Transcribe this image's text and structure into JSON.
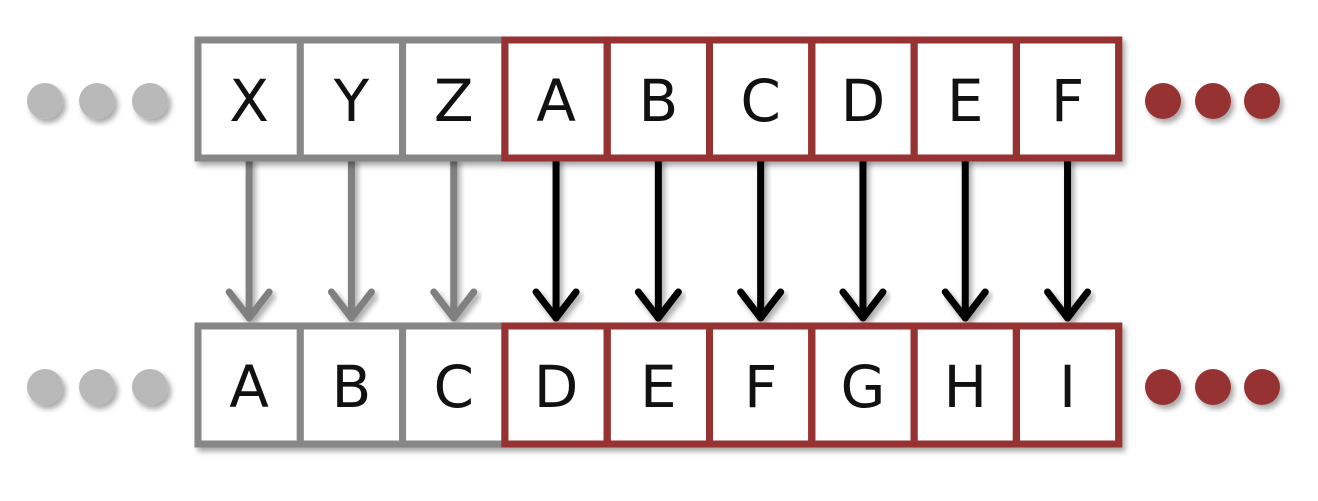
{
  "diagram": {
    "top_row": [
      "X",
      "Y",
      "Z",
      "A",
      "B",
      "C",
      "D",
      "E",
      "F"
    ],
    "bottom_row": [
      "A",
      "B",
      "C",
      "D",
      "E",
      "F",
      "G",
      "H",
      "I"
    ],
    "highlight_start_index": 3,
    "ellipsis_dots_per_side": 3,
    "colors": {
      "wrap": "#878787",
      "highlight": "#963232",
      "wrap_arrow": "#808080",
      "highlight_arrow": "#000000",
      "wrap_dot": "#b9b9b9",
      "highlight_dot": "#963232",
      "letter": "#111111"
    }
  }
}
